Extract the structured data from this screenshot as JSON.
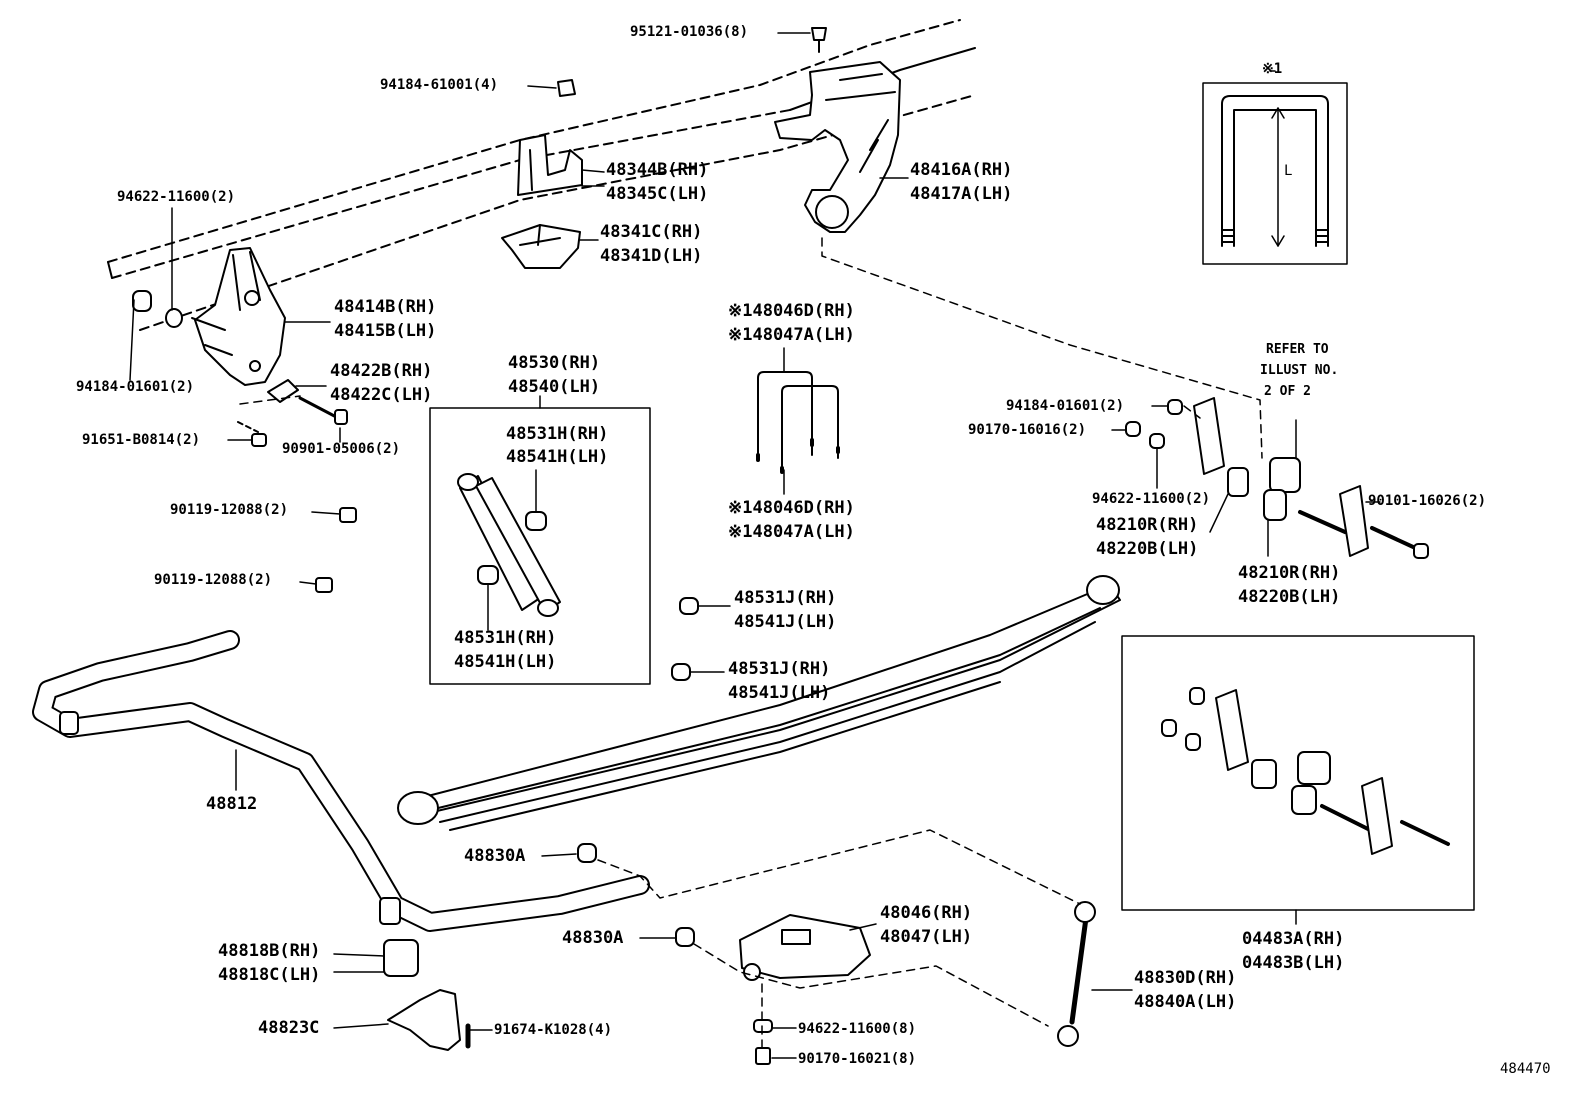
{
  "labels": {
    "p95121": "95121-01036(8)",
    "p94184a": "94184-61001(4)",
    "p48344": "48344B(RH)",
    "p48345": "48345C(LH)",
    "p48416": "48416A(RH)",
    "p48417": "48417A(LH)",
    "p94622a": "94622-11600(2)",
    "p48341c": "48341C(RH)",
    "p48341d": "48341D(LH)",
    "p48414": "48414B(RH)",
    "p48415": "48415B(LH)",
    "p94184b": "94184-01601(2)",
    "p48422b": "48422B(RH)",
    "p48422c": "48422C(LH)",
    "p91651": "91651-B0814(2)",
    "p90901": "90901-05006(2)",
    "p48530": "48530(RH)",
    "p48540": "48540(LH)",
    "p48531h_a": "48531H(RH)",
    "p48541h_a": "48541H(LH)",
    "p48531h_b": "48531H(RH)",
    "p48541h_b": "48541H(LH)",
    "p90119a": "90119-12088(2)",
    "p90119b": "90119-12088(2)",
    "p48046d_a": "※148046D(RH)",
    "p48047a_a": "※148047A(LH)",
    "p48046d_b": "※148046D(RH)",
    "p48047a_b": "※148047A(LH)",
    "p48531j_a": "48531J(RH)",
    "p48541j_a": "48541J(LH)",
    "p48531j_b": "48531J(RH)",
    "p48541j_b": "48541J(LH)",
    "refer1": "REFER TO",
    "refer2": "ILLUST NO.",
    "refer3": "2 OF 2",
    "p94184c": "94184-01601(2)",
    "p90170a": "90170-16016(2)",
    "p94622b": "94622-11600(2)",
    "p48210r_a": "48210R(RH)",
    "p48220b_a": "48220B(LH)",
    "p48210r_b": "48210R(RH)",
    "p48220b_b": "48220B(LH)",
    "p90101": "90101-16026(2)",
    "p48812": "48812",
    "p48830a_a": "48830A",
    "p48830a_b": "48830A",
    "p48046": "48046(RH)",
    "p48047": "48047(LH)",
    "p48818b": "48818B(RH)",
    "p48818c": "48818C(LH)",
    "p48823c": "48823C",
    "p91674": "91674-K1028(4)",
    "p94622c": "94622-11600(8)",
    "p90170b": "90170-16021(8)",
    "p48830d": "48830D(RH)",
    "p48840a": "48840A(LH)",
    "p04483a": "04483A(RH)",
    "p04483b": "04483B(LH)",
    "inset_note": "※1",
    "inset_L": "L",
    "diagram_id": "484470"
  }
}
